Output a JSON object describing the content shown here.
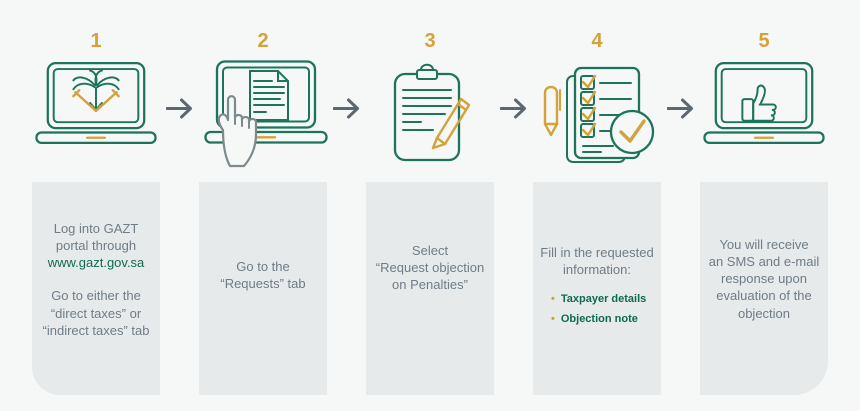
{
  "colors": {
    "background": "#f6f7f7",
    "box_background": "#e7eaea",
    "brand_green": "#1d735c",
    "text_green": "#0e6a52",
    "brand_gold": "#d5a239",
    "body_text_gray": "#6f7c87",
    "arrow_gray": "#5c6770",
    "hand_gray": "#7d8a8c"
  },
  "ui": {
    "bullet_char": "•",
    "arrow_icon": "right-arrow-icon"
  },
  "steps": [
    {
      "number": "1",
      "icon": "laptop-saudi-emblem-icon",
      "text_before_link": "Log into GAZT\nportal through",
      "link": "www.gazt.gov.sa",
      "text_after_link": "Go to either the\n“direct taxes” or\n“indirect taxes” tab"
    },
    {
      "number": "2",
      "icon": "laptop-document-hand-icon",
      "text": "Go to the\n“Requests” tab"
    },
    {
      "number": "3",
      "icon": "clipboard-pencil-icon",
      "text": "Select\n“Request objection\non Penalties”"
    },
    {
      "number": "4",
      "icon": "checklist-pen-check-icon",
      "text": "Fill in the requested\ninformation:",
      "bullets": [
        {
          "label": "Taxpayer details"
        },
        {
          "label": "Objection note"
        }
      ]
    },
    {
      "number": "5",
      "icon": "laptop-thumbs-up-icon",
      "text": "You will receive\nan SMS and e-mail\nresponse upon\nevaluation of the\nobjection"
    }
  ]
}
